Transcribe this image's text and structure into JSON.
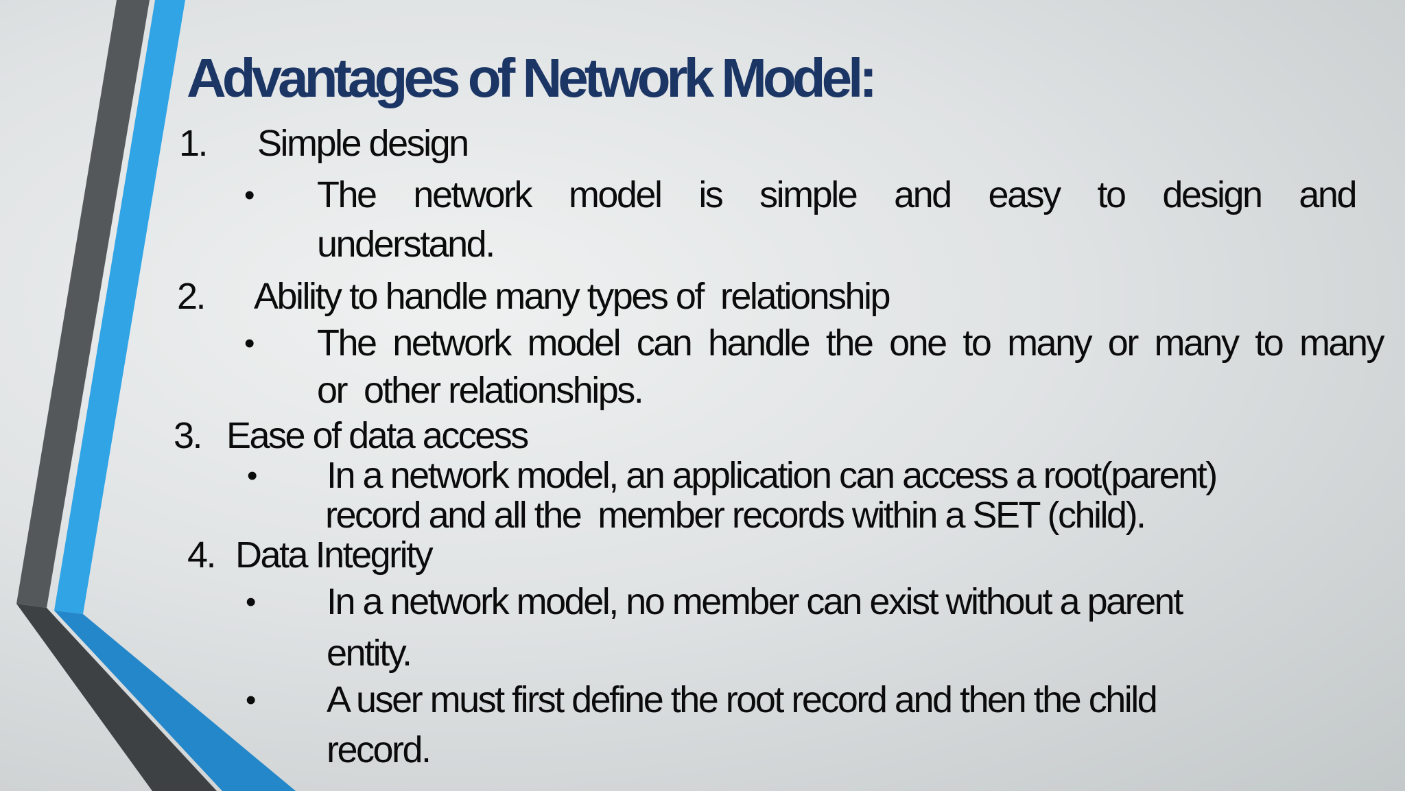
{
  "slide": {
    "title": "Advantages of Network Model:",
    "bullet_glyph": "•",
    "items": [
      {
        "number": "1.",
        "heading": "Simple design",
        "bullets": [
          {
            "lines": [
              "The network model is simple and easy to design and",
              "understand."
            ]
          }
        ]
      },
      {
        "number": "2.",
        "heading": "Ability to handle many types of  relationship",
        "bullets": [
          {
            "lines": [
              "The network model can handle the one to many or many to many",
              "or  other relationships."
            ]
          }
        ]
      },
      {
        "number": "3.",
        "heading": "Ease of data access",
        "bullets": [
          {
            "lines": [
              "In a network model, an application can access a root(parent)",
              "record and all the  member records within a SET (child)."
            ]
          }
        ]
      },
      {
        "number": "4.",
        "heading": "Data Integrity",
        "bullets": [
          {
            "lines": [
              "In a network model, no member can exist without a parent",
              "entity."
            ]
          },
          {
            "lines": [
              "A user must first define the root record and then the child",
              "record."
            ]
          }
        ]
      }
    ]
  },
  "colors": {
    "title_text": "#1b3565",
    "body_text": "#0b0b0b",
    "stripe_gray_upper": "#55585a",
    "stripe_gray_lower": "#3d4144",
    "stripe_blue_upper": "#31a4e6",
    "stripe_blue_lower": "#2387c9",
    "background_light": "#eff1f1",
    "background_dark": "#c3c8c9"
  }
}
